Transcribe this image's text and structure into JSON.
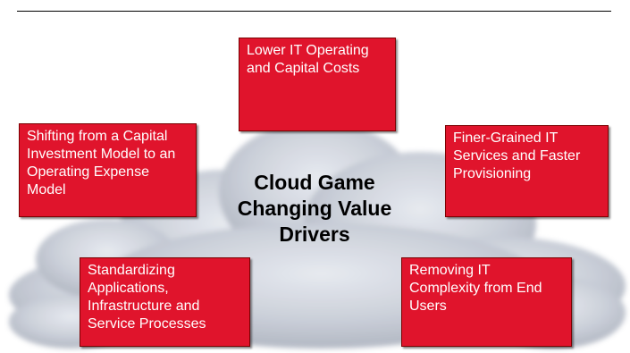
{
  "diagram": {
    "center_title": "Cloud Game Changing Value Drivers",
    "drivers": [
      {
        "id": "top",
        "text": "Lower IT Operating and Capital Costs"
      },
      {
        "id": "left",
        "text": "Shifting from a Capital Investment Model to an Operating Expense Model"
      },
      {
        "id": "right",
        "text": "Finer-Grained IT Services and Faster Provisioning"
      },
      {
        "id": "bottom-left",
        "text": "Standardizing Applications, Infrastructure and Service Processes"
      },
      {
        "id": "bottom-right",
        "text": "Removing IT Complexity from End Users"
      }
    ],
    "colors": {
      "box_fill": "#e0142c",
      "box_text": "#ffffff",
      "title_text": "#000000",
      "cloud": "#c5cbd6"
    }
  }
}
